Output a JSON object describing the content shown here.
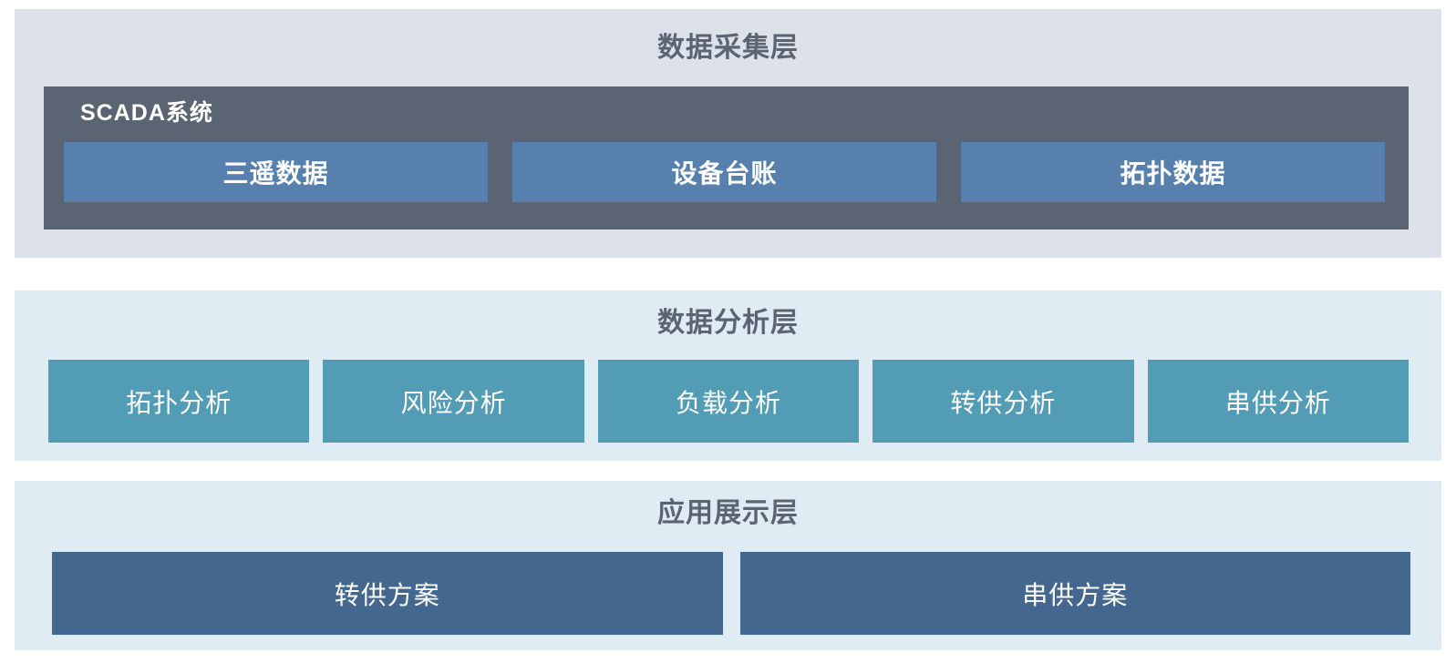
{
  "layers": {
    "collection": {
      "title": "数据采集层",
      "group_label": "SCADA系统",
      "items": [
        "三遥数据",
        "设备台账",
        "拓扑数据"
      ]
    },
    "analysis": {
      "title": "数据分析层",
      "items": [
        "拓扑分析",
        "风险分析",
        "负载分析",
        "转供分析",
        "串供分析"
      ]
    },
    "application": {
      "title": "应用展示层",
      "items": [
        "转供方案",
        "串供方案"
      ]
    }
  },
  "colors": {
    "collection_layer_bg": "#dde1ea",
    "analysis_layer_bg": "#dfecf3",
    "application_layer_bg": "#dfecf3",
    "scada_panel_bg": "#5b6472",
    "collection_box_bg": "#5780ae",
    "analysis_box_bg": "#539cb6",
    "application_box_bg": "#44678f",
    "layer_title_text": "#5b6472",
    "box_text": "#ffffff"
  }
}
